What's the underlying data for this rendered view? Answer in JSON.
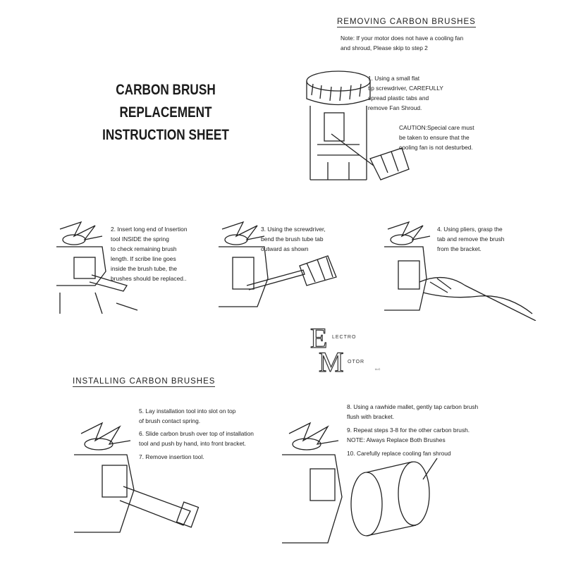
{
  "title": {
    "line1": "CARBON BRUSH REPLACEMENT",
    "line2": "INSTRUCTION SHEET"
  },
  "removing": {
    "heading": "REMOVING CARBON BRUSHES",
    "note": "Note: If your motor does not have a cooling fan\nand shroud, Please skip to step 2",
    "step1": "1.  Using a small flat\n     tip screwdriver, CAREFULLY\n     spread plastic tabs and\n     remove Fan Shroud.",
    "caution": "CAUTION:Special care must\nbe taken to ensure that the\ncooling fan is not desturbed.",
    "step2": "2.  Insert long end of Insertion\n     tool INSIDE the spring\n     to check remaining brush\n     length. If scribe line goes\n     inside the brush tube, the\n     brushes should be replaced..",
    "step3": "3.  Using the screwdriver,\n     bend the brush tube tab\n     outward as shown",
    "step4": "4.  Using pliers, grasp the\n     tab and remove the brush\n     from the bracket."
  },
  "logo": {
    "e": "E",
    "lectro": "LECTRO",
    "m": "M",
    "otor": "OTOR",
    "llc": "LLC"
  },
  "installing": {
    "heading": "INSTALLING  CARBON BRUSHES",
    "step5": "5.  Lay installation tool into slot on top\n     of brush contact spring.",
    "step6": "6.  Slide carbon brush over top of installation\n     tool and push by hand, into front bracket.",
    "step7": "7.  Remove insertion tool.",
    "step8": "8.  Using a rawhide mallet, gently tap carbon brush\n     flush with bracket.",
    "step9": "9.  Repeat steps 3-8 for the other carbon brush.\n     NOTE: Always Replace Both Brushes",
    "step10": "10.  Carefully replace cooling fan shroud"
  }
}
